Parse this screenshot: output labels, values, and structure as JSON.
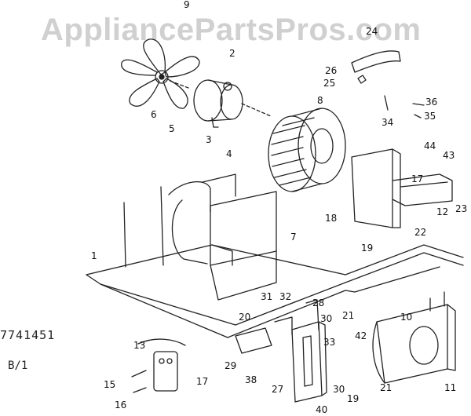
{
  "watermark": "AppliancePartsPros.com",
  "model_number": "7741451",
  "revision": "B/1",
  "callouts": [
    "1",
    "2",
    "3",
    "4",
    "5",
    "6",
    "7",
    "8",
    "9",
    "10",
    "11",
    "12",
    "13",
    "15",
    "16",
    "17",
    "17",
    "18",
    "19",
    "19",
    "20",
    "21",
    "21",
    "22",
    "23",
    "24",
    "25",
    "26",
    "27",
    "28",
    "29",
    "30",
    "30",
    "31",
    "32",
    "33",
    "34",
    "35",
    "36",
    "38",
    "40",
    "42",
    "43",
    "44"
  ]
}
